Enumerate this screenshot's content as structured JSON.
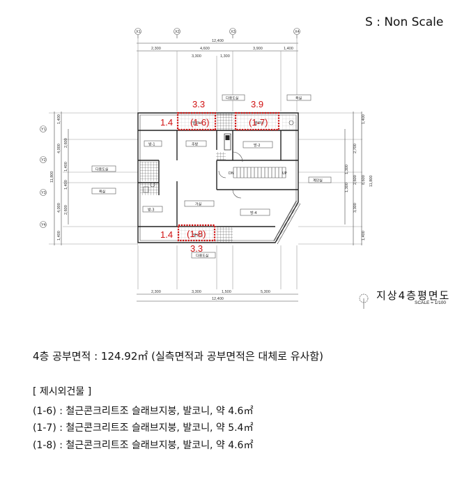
{
  "header": {
    "scale_note": "S : Non Scale"
  },
  "plan": {
    "title": "지상4층평면도",
    "scale": "SCALE = 1/100",
    "grid_axes_top": [
      "X1",
      "X2",
      "X3",
      "X4"
    ],
    "grid_axes_left": [
      "Y1",
      "Y2",
      "Y3",
      "Y4"
    ],
    "dimensions_top": {
      "overall": "12,400",
      "row1": [
        "2,300",
        "4,600",
        "3,900",
        "1,400"
      ],
      "row2": [
        "3,300",
        "1,300"
      ]
    },
    "dimensions_bottom": {
      "row1": [
        "2,300",
        "3,300",
        "1,500",
        "5,300"
      ],
      "overall": "12,400"
    },
    "dimensions_left": {
      "overall": "11,800",
      "row1": [
        "1,400",
        "4,000",
        "4,000",
        "1,400"
      ],
      "row2": [
        "2,600",
        "1,400",
        "1,400",
        "2,600"
      ]
    },
    "dimensions_right": {
      "overall": "11,800",
      "row1": [
        "1,400",
        "8,600",
        "1,400"
      ],
      "row2": [
        "2,700",
        "2,600",
        "3,300"
      ],
      "row3": [
        "1,300",
        "1,300"
      ]
    },
    "rooms": {
      "room1": "방-1",
      "room2": "방-2",
      "room3": "방-3",
      "room4": "방-4",
      "kitchen": "주방",
      "living": "거실",
      "multi_top": "다용도실",
      "multi_left": "다용도실",
      "multi_bottom": "다용도실",
      "bath_top": "욕실",
      "bath_left": "욕실",
      "stair": "계단실",
      "balcony_a": "발코니",
      "balcony_b": "발코니",
      "balcony_c": "발코니",
      "up": "UP",
      "dn": "DN"
    },
    "markups": {
      "color": "#d01010",
      "balcony_16": {
        "id": "(1-6)",
        "width": "3.3",
        "depth": "1.4"
      },
      "balcony_17": {
        "id": "(1-7)",
        "width": "3.9"
      },
      "balcony_18": {
        "id": "(1-8)",
        "width": "3.3",
        "depth": "1.4"
      }
    }
  },
  "summary": {
    "text": "4층 공부면적 : 124.92㎡ (실측면적과 공부면적은 대체로 유사함)"
  },
  "excluded_buildings": {
    "heading": "[ 제시외건물 ]",
    "items": [
      {
        "text": "(1-6) : 철근콘크리트조 슬래브지붕, 발코니, 약 4.6㎡"
      },
      {
        "text": "(1-7) : 철근콘크리트조 슬래브지붕, 발코니, 약 5.4㎡"
      },
      {
        "text": "(1-8) : 철근콘크리트조 슬래브지붕, 발코니, 약 4.6㎡"
      }
    ]
  }
}
